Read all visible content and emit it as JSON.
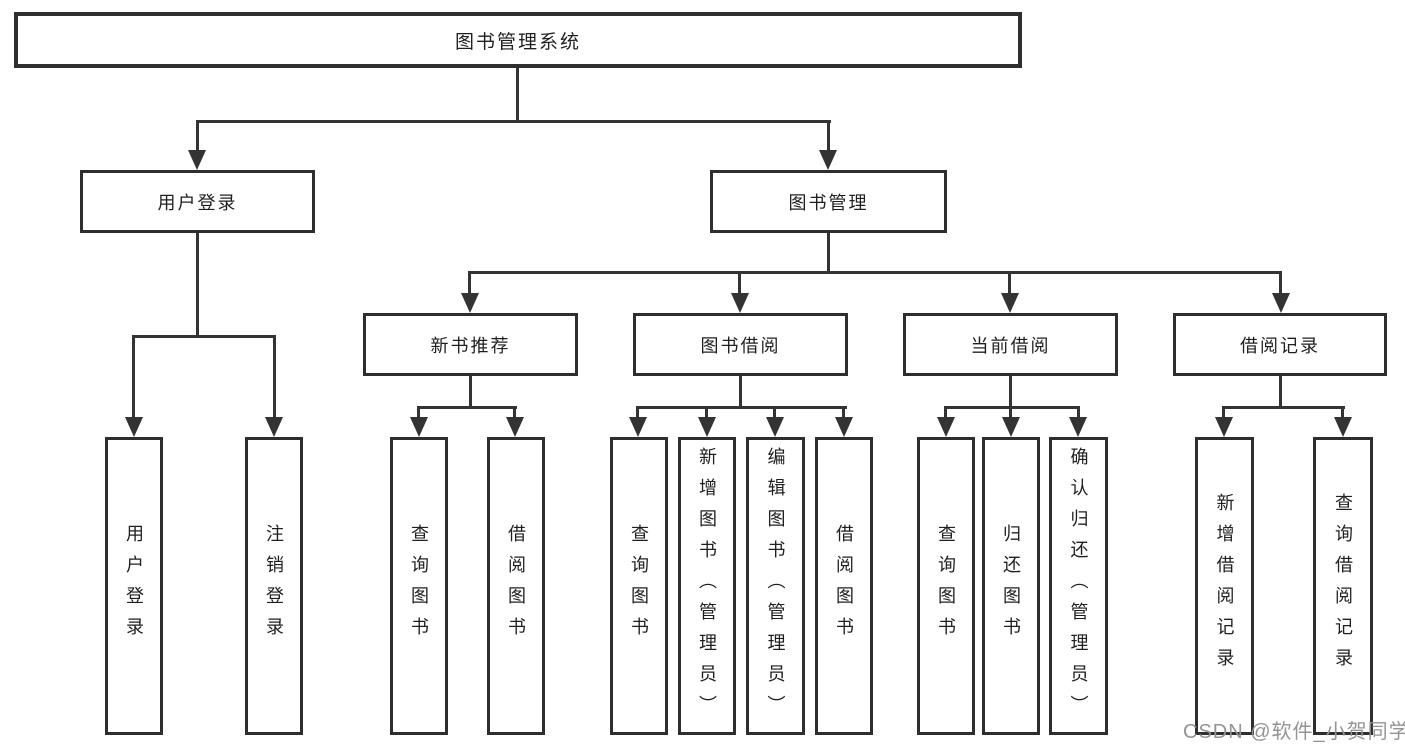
{
  "diagram_type": "hierarchy-tree",
  "tree": {
    "root": "图书管理系统",
    "children": [
      {
        "label": "用户登录",
        "children": [
          {
            "label": "用户登录"
          },
          {
            "label": "注销登录"
          }
        ]
      },
      {
        "label": "图书管理",
        "children": [
          {
            "label": "新书推荐",
            "children": [
              {
                "label": "查询图书"
              },
              {
                "label": "借阅图书"
              }
            ]
          },
          {
            "label": "图书借阅",
            "children": [
              {
                "label": "查询图书"
              },
              {
                "label": "新增图书（管理员）"
              },
              {
                "label": "编辑图书（管理员）"
              },
              {
                "label": "借阅图书"
              }
            ]
          },
          {
            "label": "当前借阅",
            "children": [
              {
                "label": "查询图书"
              },
              {
                "label": "归还图书"
              },
              {
                "label": "确认归还（管理员）"
              }
            ]
          },
          {
            "label": "借阅记录",
            "children": [
              {
                "label": "新增借阅记录"
              },
              {
                "label": "查询借阅记录"
              }
            ]
          }
        ]
      }
    ]
  },
  "watermark": {
    "text": "CSDN @软件_小贺同学"
  },
  "colors": {
    "line": "#333333",
    "box_border": "#2e2e2e",
    "text": "#1f1f1f",
    "watermark": "#949494",
    "background": "#ffffff"
  }
}
